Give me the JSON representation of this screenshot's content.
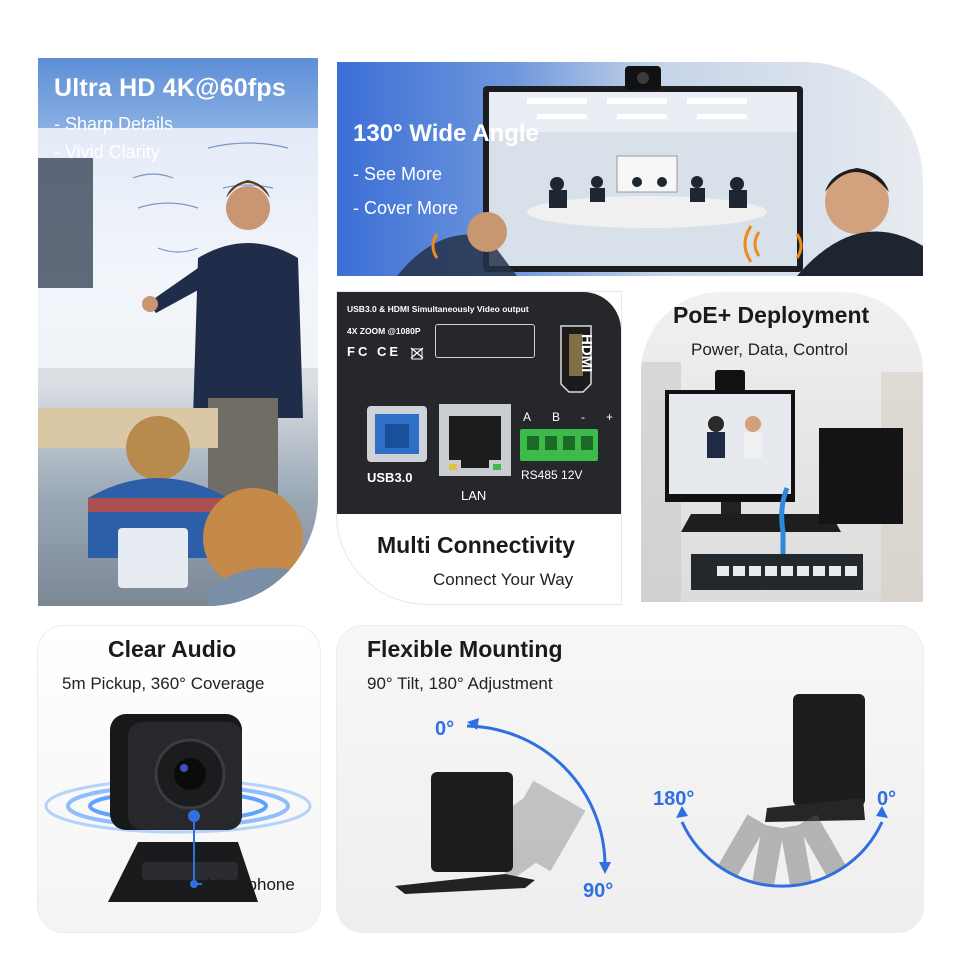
{
  "panel1": {
    "title": "Ultra HD 4K@60fps",
    "bullets": [
      "- Sharp Details",
      "- Vivid Clarity"
    ]
  },
  "panel2": {
    "title": "130° Wide Angle",
    "bullets": [
      "- See More",
      "- Cover More"
    ]
  },
  "panel3": {
    "header": "USB3.0 & HDMI Simultaneously Video output",
    "zoom": "4X ZOOM @1080P",
    "certs": "FC CE",
    "hdmi": "HDMI",
    "usb_label": "USB3.0",
    "lan_label": "LAN",
    "terminal_pins": [
      "A",
      "B",
      "-",
      "+"
    ],
    "terminal_label": "RS485 12V",
    "title": "Multi Connectivity",
    "subtitle": "Connect Your Way"
  },
  "panel4": {
    "title": "PoE+ Deployment",
    "subtitle": "Power, Data, Control"
  },
  "panel5": {
    "title": "Clear Audio",
    "subtitle": "5m Pickup, 360° Coverage",
    "callout": "Microphone"
  },
  "panel6": {
    "title": "Flexible Mounting",
    "subtitle": "90° Tilt, 180° Adjustment",
    "tilt_start": "0°",
    "tilt_end": "90°",
    "pan_left": "180°",
    "pan_right": "0°"
  },
  "colors": {
    "accent_blue": "#2f6fe0",
    "dark_panel": "#25272a",
    "green_terminal": "#3dbb4a"
  },
  "icons": [
    "hdmi-icon",
    "fcc-icon",
    "ce-icon",
    "weee-icon",
    "usb-port-icon",
    "lan-port-icon",
    "terminal-block-icon",
    "microphone-icon",
    "webcam-icon"
  ]
}
